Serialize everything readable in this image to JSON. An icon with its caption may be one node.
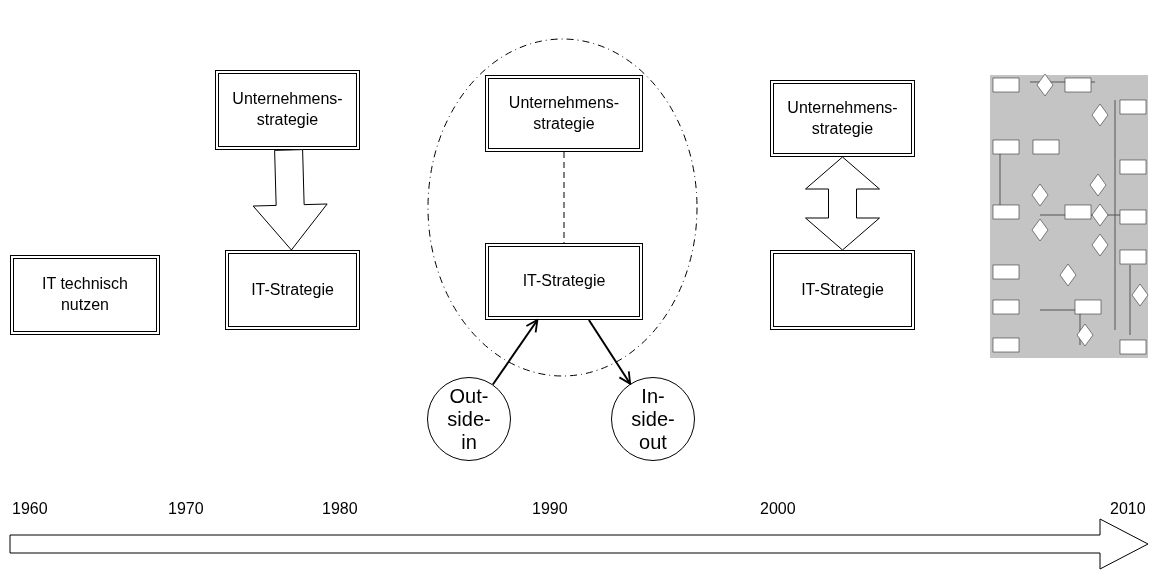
{
  "diagram": {
    "nodes": [
      {
        "text": [
          "IT technisch nutzen"
        ]
      },
      {
        "text": [
          "Unternehmens- strategie"
        ]
      },
      {
        "text": [
          "IT-Strategie"
        ]
      },
      {
        "text": [],
        "shape": "ellipse"
      },
      {
        "text": [
          "Unternehmens- strategie"
        ],
        "in": 3
      },
      {
        "text": [
          "IT-Strategie"
        ],
        "in": 3
      },
      {
        "text": [
          "Out- side- in"
        ]
      },
      {
        "text": [
          "In- side- out"
        ]
      },
      {
        "text": [
          "Unternehmens- strategie"
        ]
      },
      {
        "text": [
          "IT-Strategie"
        ]
      }
    ],
    "edges": [
      {
        "from": 1,
        "to": 2,
        "arrow": "to",
        "style": "thick"
      },
      {
        "from": 4,
        "to": 5,
        "arrow": "none",
        "style": "dashed"
      },
      {
        "from": 6,
        "to": 5,
        "arrow": "to"
      },
      {
        "from": 5,
        "to": 7,
        "arrow": "to"
      },
      {
        "from": 8,
        "to": 9,
        "arrow": "both",
        "style": "thick"
      }
    ],
    "labels": [
      "1960",
      "1970",
      "1980",
      "1990",
      "2000",
      "2010"
    ]
  }
}
